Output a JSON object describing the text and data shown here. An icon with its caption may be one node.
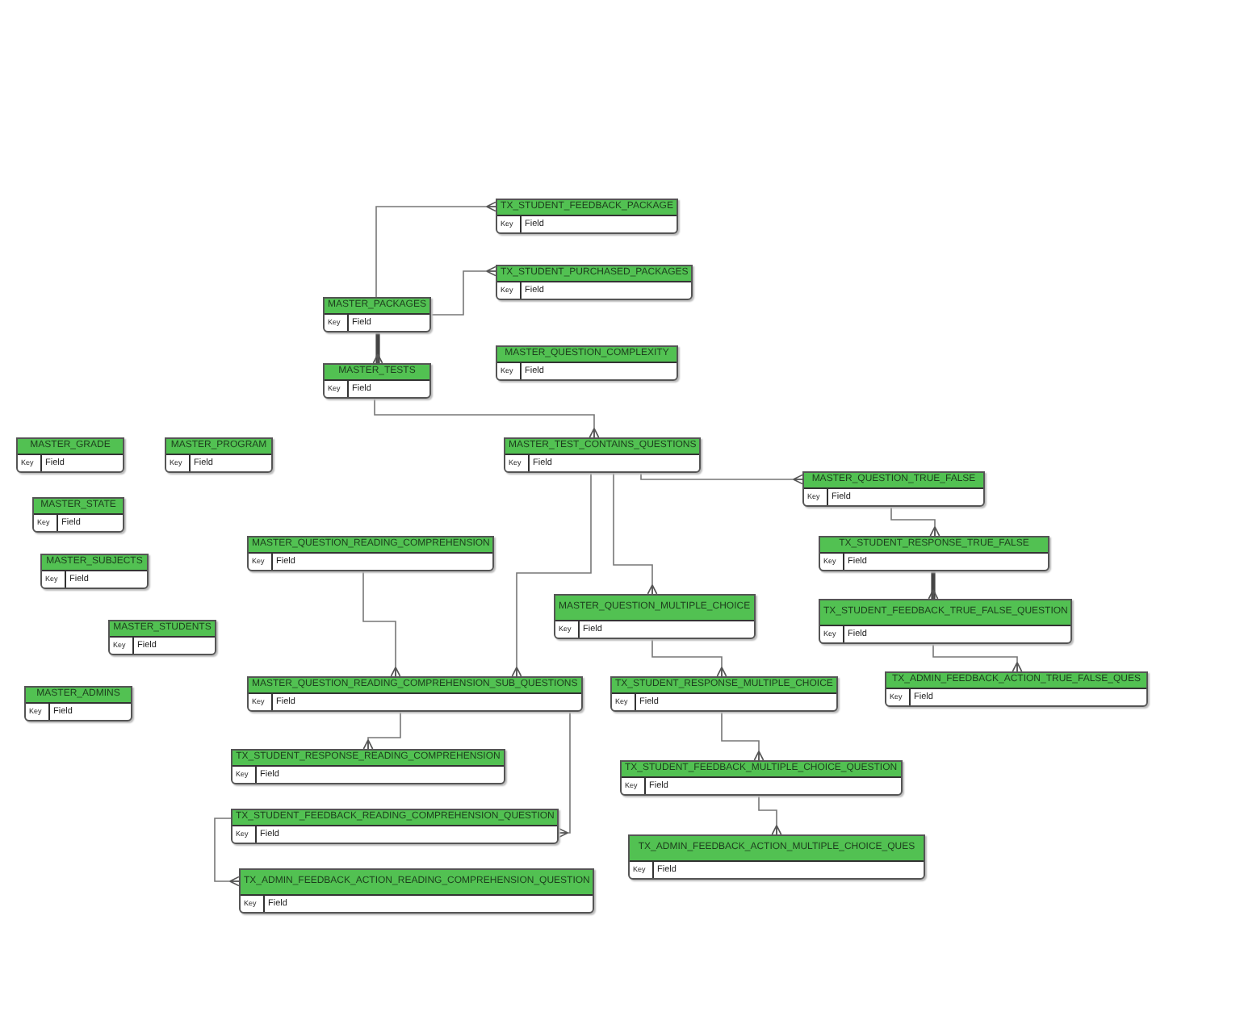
{
  "diagram": {
    "nodes": [
      {
        "text": [
          "TX_STUDENT_FEEDBACK_PACKAGE",
          "Key",
          "Field"
        ]
      },
      {
        "text": [
          "TX_STUDENT_PURCHASED_PACKAGES",
          "Key",
          "Field"
        ]
      },
      {
        "text": [
          "MASTER_PACKAGES",
          "Key",
          "Field"
        ]
      },
      {
        "text": [
          "MASTER_QUESTION_COMPLEXITY",
          "Key",
          "Field"
        ]
      },
      {
        "text": [
          "MASTER_TESTS",
          "Key",
          "Field"
        ]
      },
      {
        "text": [
          "MASTER_GRADE",
          "Key",
          "Field"
        ]
      },
      {
        "text": [
          "MASTER_PROGRAM",
          "Key",
          "Field"
        ]
      },
      {
        "text": [
          "MASTER_TEST_CONTAINS_QUESTIONS",
          "Key",
          "Field"
        ]
      },
      {
        "text": [
          "MASTER_QUESTION_TRUE_FALSE",
          "Key",
          "Field"
        ]
      },
      {
        "text": [
          "MASTER_STATE",
          "Key",
          "Field"
        ]
      },
      {
        "text": [
          "MASTER_QUESTION_READING_COMPREHENSION",
          "Key",
          "Field"
        ]
      },
      {
        "text": [
          "TX_STUDENT_RESPONSE_TRUE_FALSE",
          "Key",
          "Field"
        ]
      },
      {
        "text": [
          "MASTER_SUBJECTS",
          "Key",
          "Field"
        ]
      },
      {
        "text": [
          "MASTER_QUESTION_MULTIPLE_CHOICE",
          "Key",
          "Field"
        ]
      },
      {
        "text": [
          "TX_STUDENT_FEEDBACK_TRUE_FALSE_QUESTION",
          "Key",
          "Field"
        ]
      },
      {
        "text": [
          "MASTER_STUDENTS",
          "Key",
          "Field"
        ]
      },
      {
        "text": [
          "MASTER_QUESTION_READING_COMPREHENSION_SUB_QUESTIONS",
          "Key",
          "Field"
        ]
      },
      {
        "text": [
          "TX_STUDENT_RESPONSE_MULTIPLE_CHOICE",
          "Key",
          "Field"
        ]
      },
      {
        "text": [
          "TX_ADMIN_FEEDBACK_ACTION_TRUE_FALSE_QUES",
          "Key",
          "Field"
        ]
      },
      {
        "text": [
          "MASTER_ADMINS",
          "Key",
          "Field"
        ]
      },
      {
        "text": [
          "TX_STUDENT_RESPONSE_READING_COMPREHENSION",
          "Key",
          "Field"
        ]
      },
      {
        "text": [
          "TX_STUDENT_FEEDBACK_MULTIPLE_CHOICE_QUESTION",
          "Key",
          "Field"
        ]
      },
      {
        "text": [
          "TX_STUDENT_FEEDBACK_READING_COMPREHENSION_QUESTION",
          "Key",
          "Field"
        ]
      },
      {
        "text": [
          "TX_ADMIN_FEEDBACK_ACTION_MULTIPLE_CHOICE_QUES",
          "Key",
          "Field"
        ]
      },
      {
        "text": [
          "TX_ADMIN_FEEDBACK_ACTION_READING_COMPREHENSION_QUESTION",
          "Key",
          "Field"
        ]
      }
    ],
    "edges": [
      {
        "from": 2,
        "to": 0,
        "arrow": "other"
      },
      {
        "from": 2,
        "to": 1,
        "arrow": "other"
      },
      {
        "from": 2,
        "to": 4,
        "arrow": "other",
        "style": "thick"
      },
      {
        "from": 4,
        "to": 7,
        "arrow": "other"
      },
      {
        "from": 7,
        "to": 8,
        "arrow": "other"
      },
      {
        "from": 7,
        "to": 13,
        "arrow": "other"
      },
      {
        "from": 7,
        "to": 16,
        "arrow": "other"
      },
      {
        "from": 10,
        "to": 16,
        "arrow": "other"
      },
      {
        "from": 8,
        "to": 11,
        "arrow": "other"
      },
      {
        "from": 11,
        "to": 14,
        "arrow": "other",
        "style": "thick"
      },
      {
        "from": 13,
        "to": 17,
        "arrow": "other"
      },
      {
        "from": 14,
        "to": 18,
        "arrow": "other"
      },
      {
        "from": 16,
        "to": 20,
        "arrow": "other"
      },
      {
        "from": 16,
        "to": 22,
        "arrow": "other"
      },
      {
        "from": 22,
        "to": 24,
        "arrow": "other"
      },
      {
        "from": 17,
        "to": 21,
        "arrow": "other"
      },
      {
        "from": 21,
        "to": 23,
        "arrow": "other"
      }
    ]
  }
}
